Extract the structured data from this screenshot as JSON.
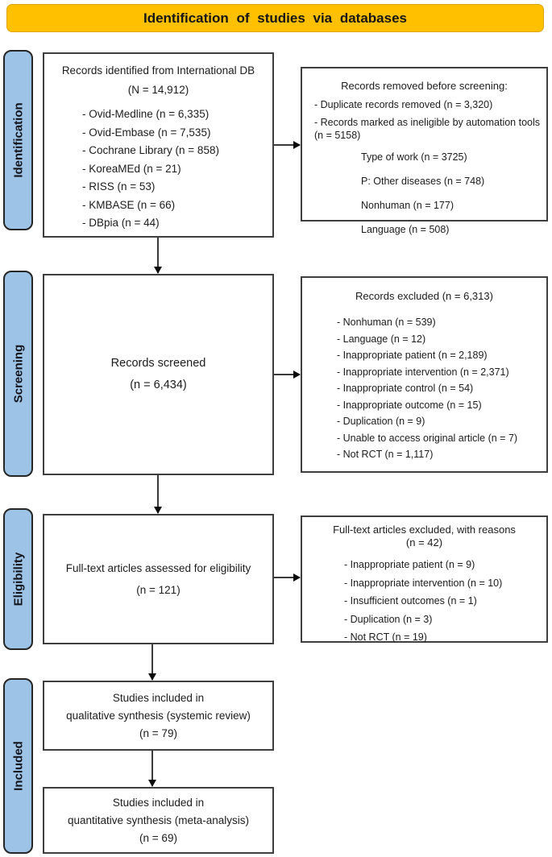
{
  "header": {
    "title": "Identification of studies via databases"
  },
  "colors": {
    "header_bg": "#FFC000",
    "stage_bg": "#9DC3E6",
    "box_border": "#3F3F3F"
  },
  "stages": [
    {
      "label": "Identification"
    },
    {
      "label": "Screening"
    },
    {
      "label": "Eligibility"
    },
    {
      "label": "Included"
    }
  ],
  "boxes": {
    "identified": {
      "title": "Records identified from International DB",
      "subtitle": "(N = 14,912)",
      "items": [
        "- Ovid-Medline (n = 6,335)",
        "- Ovid-Embase (n = 7,535)",
        "- Cochrane Library (n = 858)",
        "- KoreaMEd (n = 21)",
        "- RISS (n = 53)",
        "- KMBASE (n = 66)",
        "- DBpia (n = 44)"
      ]
    },
    "removed_before_screening": {
      "title": "Records removed before screening:",
      "items": [
        "- Duplicate records removed (n = 3,320)",
        "- Records marked as ineligible by automation tools (n = 5158)"
      ],
      "sub_items": [
        "Type of work (n = 3725)",
        "P: Other diseases (n = 748)",
        "Nonhuman (n = 177)",
        "Language (n = 508)"
      ]
    },
    "screened": {
      "title": "Records screened",
      "subtitle": "(n = 6,434)"
    },
    "records_excluded": {
      "title": "Records excluded (n = 6,313)",
      "items": [
        "- Nonhuman (n = 539)",
        "- Language (n = 12)",
        "- Inappropriate patient (n = 2,189)",
        "- Inappropriate intervention (n = 2,371)",
        "- Inappropriate control (n = 54)",
        "- Inappropriate outcome (n = 15)",
        "- Duplication (n = 9)",
        "- Unable to access original article (n = 7)",
        "- Not RCT (n = 1,117)"
      ]
    },
    "fulltext_assessed": {
      "title": "Full-text articles assessed for eligibility",
      "subtitle": "(n = 121)"
    },
    "fulltext_excluded": {
      "title": "Full-text articles excluded, with reasons",
      "subtitle": "(n = 42)",
      "items": [
        "- Inappropriate patient (n = 9)",
        "- Inappropriate intervention (n = 10)",
        "- Insufficient outcomes (n = 1)",
        "- Duplication (n = 3)",
        "- Not RCT (n = 19)"
      ]
    },
    "qualitative": {
      "line1": "Studies included in",
      "line2": "qualitative synthesis (systemic review)",
      "line3": "(n = 79)"
    },
    "quantitative": {
      "line1": "Studies included in",
      "line2": "quantitative synthesis (meta-analysis)",
      "line3": "(n = 69)"
    }
  }
}
